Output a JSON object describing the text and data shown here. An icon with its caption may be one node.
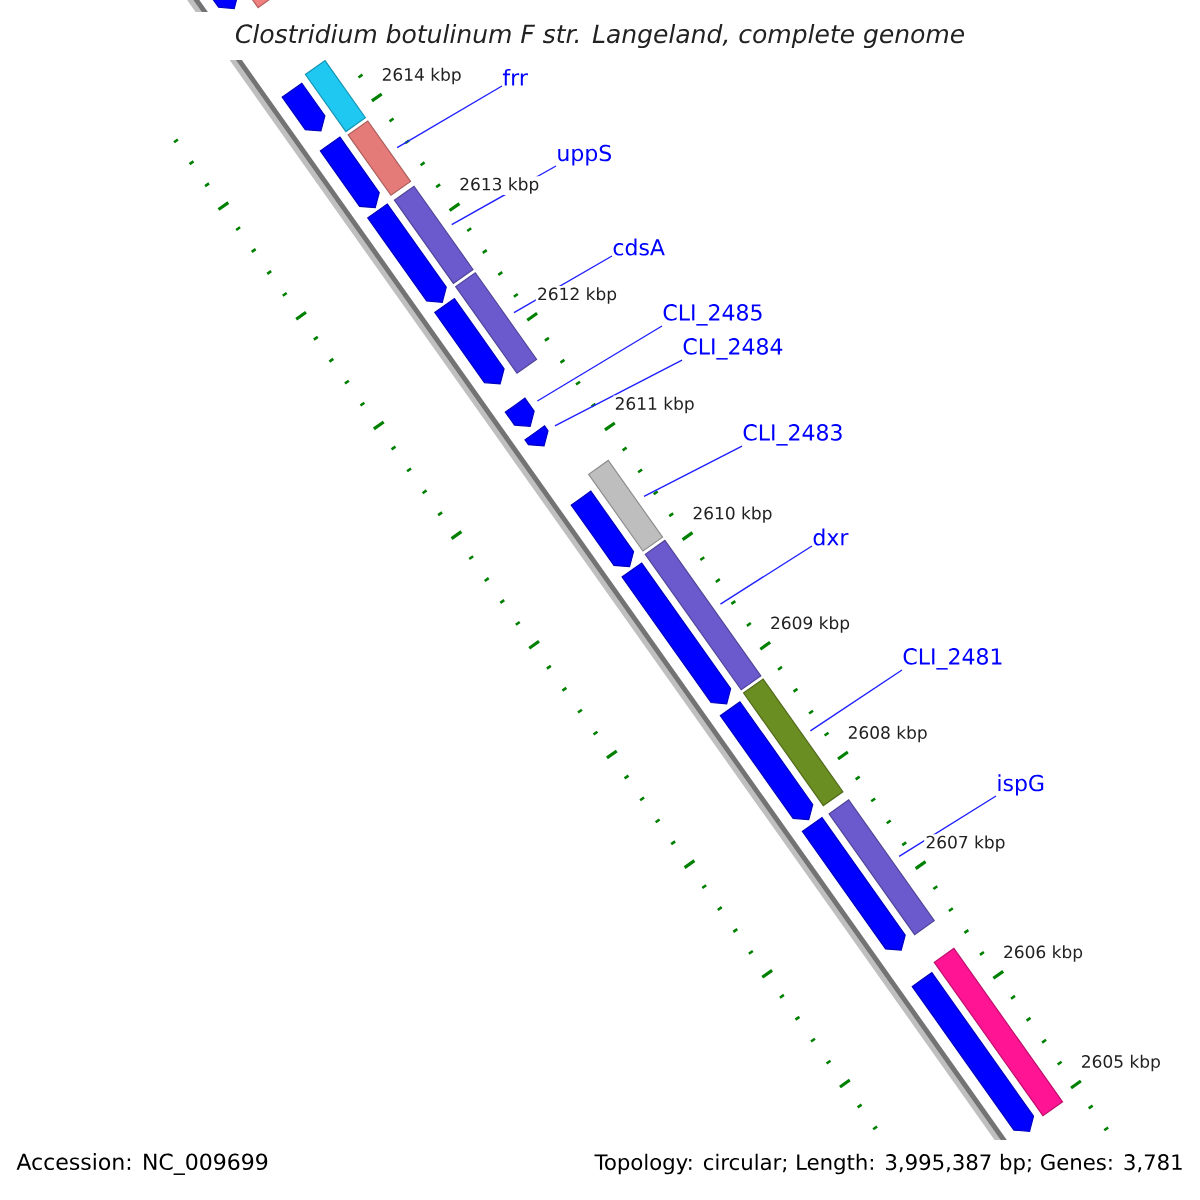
{
  "diagram": {
    "title": "Clostridium botulinum F str. Langeland, complete genome",
    "nodes": [
      {
        "text": [
          "frr"
        ]
      },
      {
        "text": [
          "uppS"
        ]
      },
      {
        "text": [
          "cdsA"
        ]
      },
      {
        "text": [
          "CLI_2485"
        ]
      },
      {
        "text": [
          "CLI_2484"
        ]
      },
      {
        "text": [
          "CLI_2483"
        ]
      },
      {
        "text": [
          "dxr"
        ]
      },
      {
        "text": [
          "CLI_2481"
        ]
      },
      {
        "text": [
          "ispG"
        ]
      },
      {
        "text": [],
        "shape": "arrow"
      },
      {
        "text": [],
        "shape": "bar"
      },
      {
        "text": [],
        "shape": "arrow"
      },
      {
        "text": [],
        "shape": "bar"
      },
      {
        "text": [],
        "shape": "arrow"
      },
      {
        "text": [],
        "shape": "bar"
      },
      {
        "text": [],
        "shape": "arrow"
      },
      {
        "text": [],
        "shape": "bar"
      },
      {
        "text": [],
        "shape": "bar"
      },
      {
        "text": [],
        "shape": "arrow"
      },
      {
        "text": [],
        "shape": "arrow"
      },
      {
        "text": [],
        "shape": "arrow"
      },
      {
        "text": [],
        "shape": "bar"
      },
      {
        "text": [],
        "shape": "arrow"
      },
      {
        "text": [],
        "shape": "bar"
      },
      {
        "text": [],
        "shape": "arrow"
      },
      {
        "text": [],
        "shape": "bar"
      },
      {
        "text": [],
        "shape": "arrow"
      },
      {
        "text": [],
        "shape": "arrow"
      },
      {
        "text": [],
        "shape": "bar"
      },
      {
        "text": [],
        "shape": "bar"
      },
      {
        "text": [],
        "shape": "arrow"
      }
    ],
    "edges": [
      {
        "from": 0,
        "to": 14,
        "arrow": "none"
      },
      {
        "from": 1,
        "to": 16,
        "arrow": "none"
      },
      {
        "from": 2,
        "to": 17,
        "arrow": "none"
      },
      {
        "from": 3,
        "to": 19,
        "arrow": "none"
      },
      {
        "from": 4,
        "to": 20,
        "arrow": "none"
      },
      {
        "from": 5,
        "to": 21,
        "arrow": "none"
      },
      {
        "from": 6,
        "to": 23,
        "arrow": "none"
      },
      {
        "from": 7,
        "to": 25,
        "arrow": "none"
      },
      {
        "from": 8,
        "to": 28,
        "arrow": "none"
      }
    ],
    "labels": [
      "2614 kbp",
      "2613 kbp",
      "2612 kbp",
      "2611 kbp",
      "2610 kbp",
      "2609 kbp",
      "2608 kbp",
      "2607 kbp",
      "2606 kbp",
      "2605 kbp",
      "Accession: NC_009699",
      "Topology: circular; Length: 3,995,387 bp; Genes: 3,781"
    ]
  }
}
